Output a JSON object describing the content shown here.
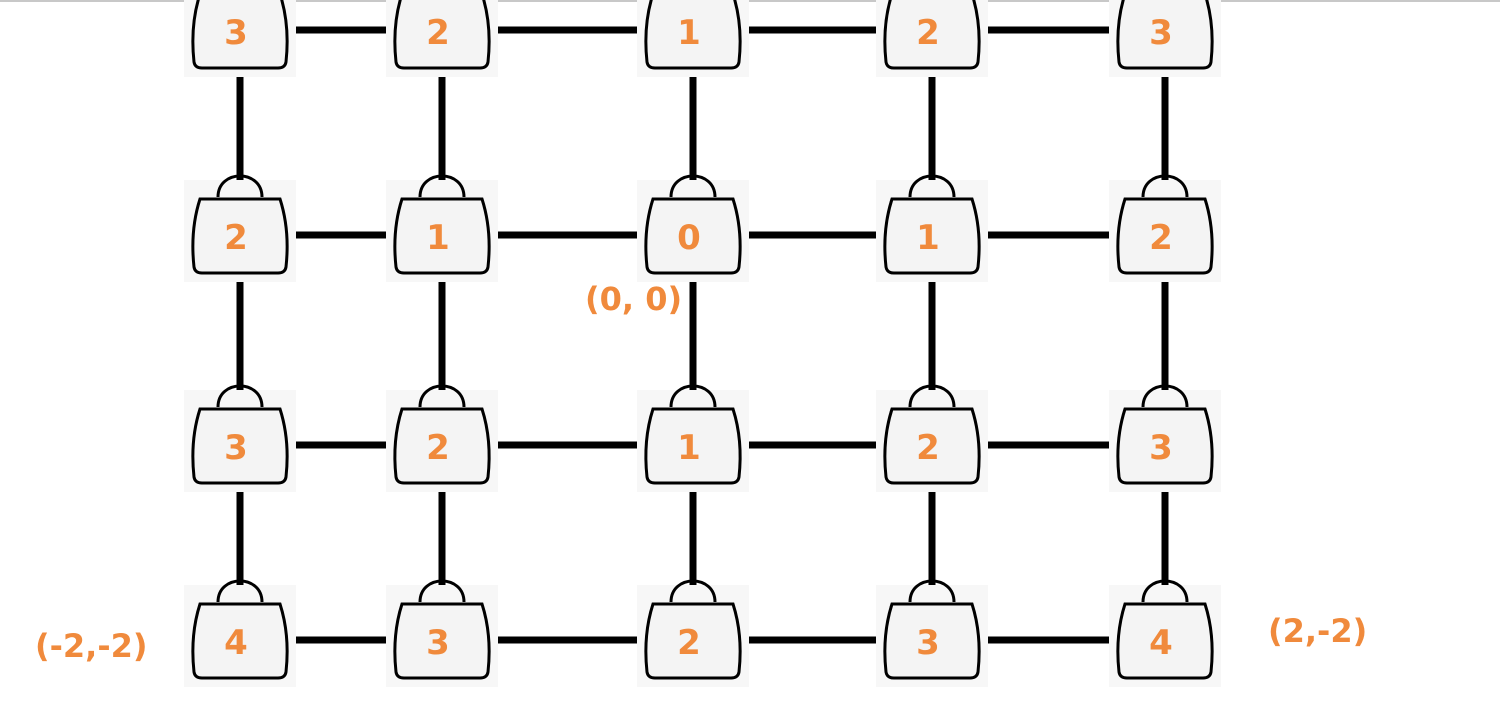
{
  "colors": {
    "label": "#f08a3c",
    "edge": "#000000",
    "bag_fill": "#f4f4f4",
    "bag_stroke": "#000000"
  },
  "grid": {
    "rows": [
      [
        "3",
        "2",
        "1",
        "2",
        "3"
      ],
      [
        "2",
        "1",
        "0",
        "1",
        "2"
      ],
      [
        "3",
        "2",
        "1",
        "2",
        "3"
      ],
      [
        "4",
        "3",
        "2",
        "3",
        "4"
      ]
    ],
    "node_icon": "shopping-bag-icon",
    "row_top_handle_visible": false
  },
  "coordinates": {
    "origin": "(0, 0)",
    "bottom_left": "(-2,-2)",
    "bottom_right": "(2,-2)"
  }
}
